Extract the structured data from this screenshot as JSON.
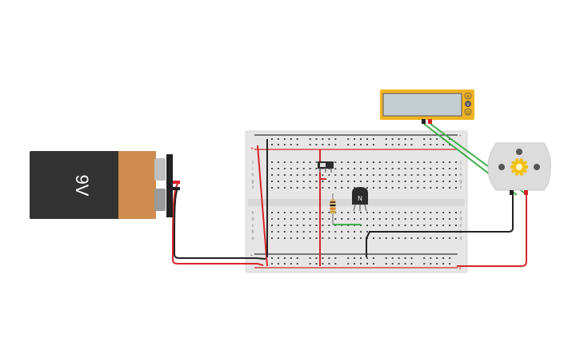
{
  "battery": {
    "label": "9V"
  },
  "transistor": {
    "label": "N"
  },
  "multimeter": {
    "knob_labels": [
      "A",
      "V",
      "Ω"
    ]
  },
  "breadboard": {
    "row_letters_top": [
      "j",
      "i",
      "h",
      "g",
      "f"
    ],
    "row_letters_bottom": [
      "e",
      "d",
      "c",
      "b",
      "a"
    ],
    "rail_plus": "+",
    "rail_minus": "-",
    "columns": 30
  },
  "colors": {
    "battery_body": "#333333",
    "battery_cap": "#d08c4f",
    "breadboard": "#e6e6e6",
    "wire_red": "#d7262b",
    "wire_black": "#222222",
    "wire_green": "#3fae49",
    "multimeter_frame": "#f0b323",
    "motor_body": "#dcdcdc",
    "motor_shaft": "#f2c218"
  }
}
